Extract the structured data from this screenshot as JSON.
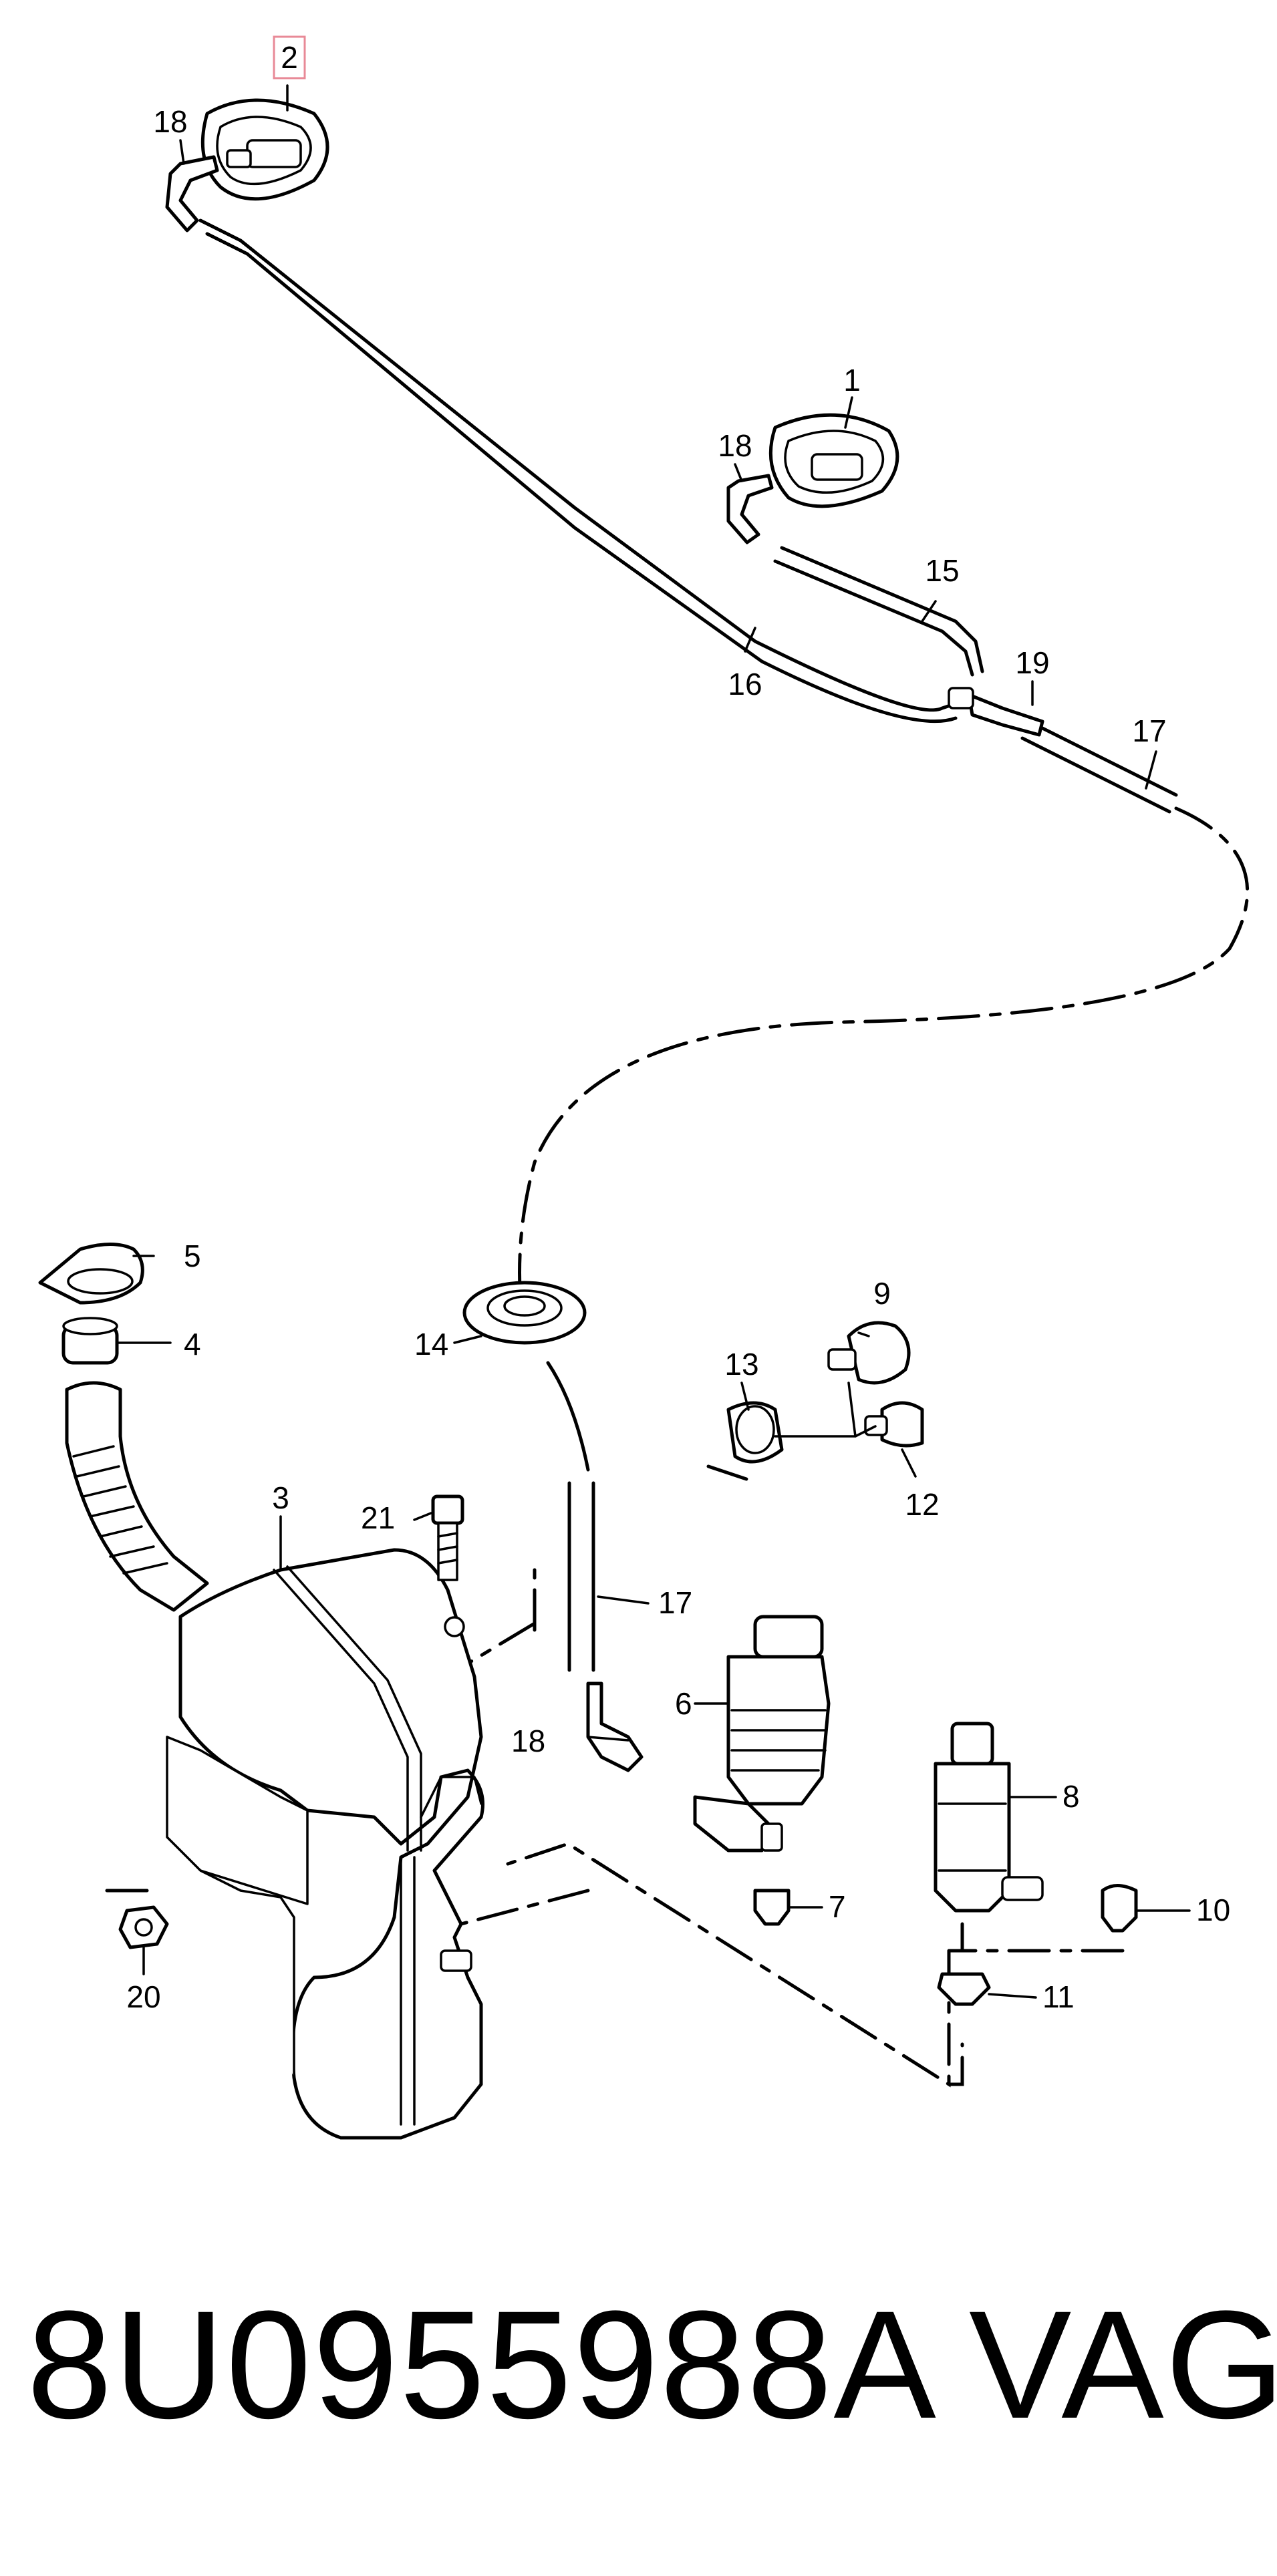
{
  "diagram": {
    "callouts": [
      "1",
      "2",
      "3",
      "4",
      "5",
      "6",
      "7",
      "8",
      "9",
      "10",
      "11",
      "12",
      "13",
      "14",
      "15",
      "16",
      "17",
      "17",
      "18",
      "18",
      "18",
      "19",
      "20",
      "21"
    ],
    "highlighted_callout": "2",
    "highlight_color": "#e88a97"
  },
  "footer": {
    "part_number": "8U0955988A",
    "brand": "VAG"
  }
}
